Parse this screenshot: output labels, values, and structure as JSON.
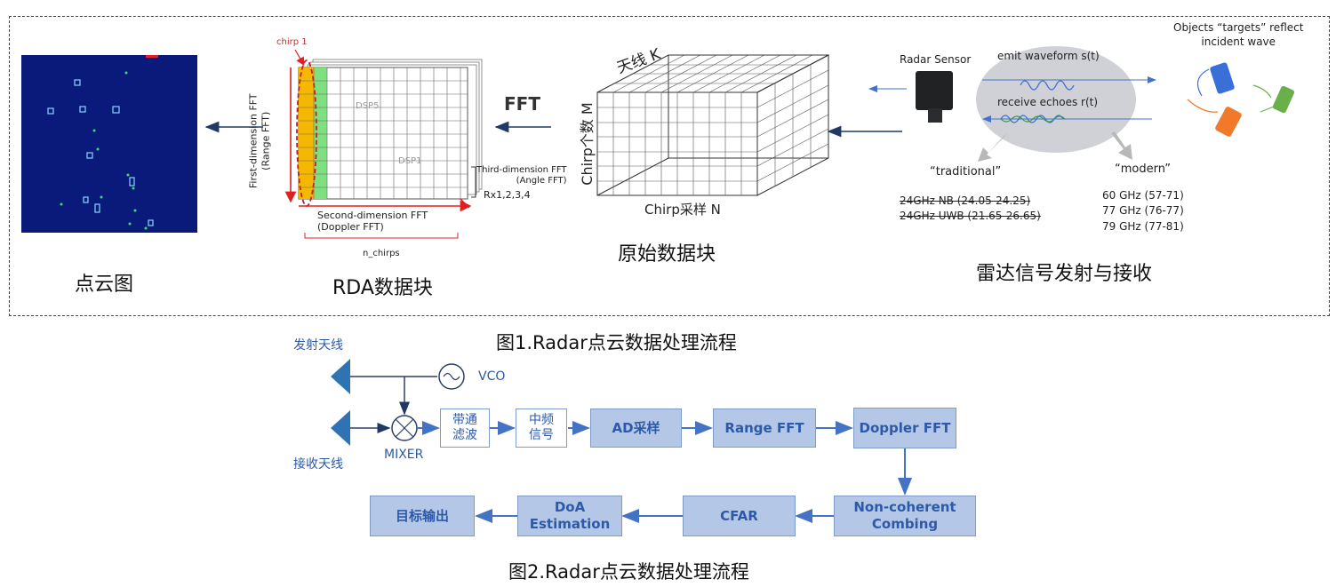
{
  "figure1": {
    "caption": "图1.Radar点云数据处理流程",
    "point_cloud": {
      "label": "点云图"
    },
    "rda": {
      "label": "RDA数据块",
      "chirp1": "chirp 1",
      "first_dim": "First-dimension FFT",
      "first_dim_sub": "(Range FFT)",
      "second_dim": "Second-dimension FFT",
      "second_dim_sub": "(Doppler FFT)",
      "third_dim": "Third-dimension FFT",
      "third_dim_sub": "(Angle FFT)",
      "rx": "Rx1,2,3,4",
      "n_chirps": "n_chirps",
      "fft": "FFT"
    },
    "raw_block": {
      "label": "原始数据块",
      "antenna": "天线 K",
      "chirp_count": "Chirp个数 M",
      "chirp_samples": "Chirp采样 N"
    },
    "radar": {
      "label": "雷达信号发射与接收",
      "sensor": "Radar Sensor",
      "emit": "emit waveform s(t)",
      "receive": "receive echoes r(t)",
      "objects_line1": "Objects “targets” reflect",
      "objects_line2": "incident wave",
      "traditional": "“traditional”",
      "modern": "“modern”",
      "traditional_bands": [
        "24GHz NB (24.05-24.25)",
        "24GHz UWB (21.65-26.65)"
      ],
      "modern_bands": [
        "60 GHz (57-71)",
        "77 GHz (76-77)",
        "79 GHz (77-81)"
      ]
    }
  },
  "figure2": {
    "caption": "图2.Radar点云数据处理流程",
    "tx_antenna": "发射天线",
    "rx_antenna": "接收天线",
    "vco": "VCO",
    "mixer": "MIXER",
    "bandpass": [
      "带通",
      "滤波"
    ],
    "if_signal": [
      "中频",
      "信号"
    ],
    "ad": "AD采样",
    "range_fft": "Range FFT",
    "doppler_fft": "Doppler FFT",
    "noncoherent": [
      "Non-coherent",
      "Combing"
    ],
    "cfar": "CFAR",
    "doa": [
      "DoA",
      "Estimation"
    ],
    "output": "目标输出"
  },
  "colors": {
    "accent": "#2c5aa8",
    "box_fill": "#b4c7e7",
    "arrow": "#4472c4",
    "dark_arrow": "#1f3864"
  }
}
